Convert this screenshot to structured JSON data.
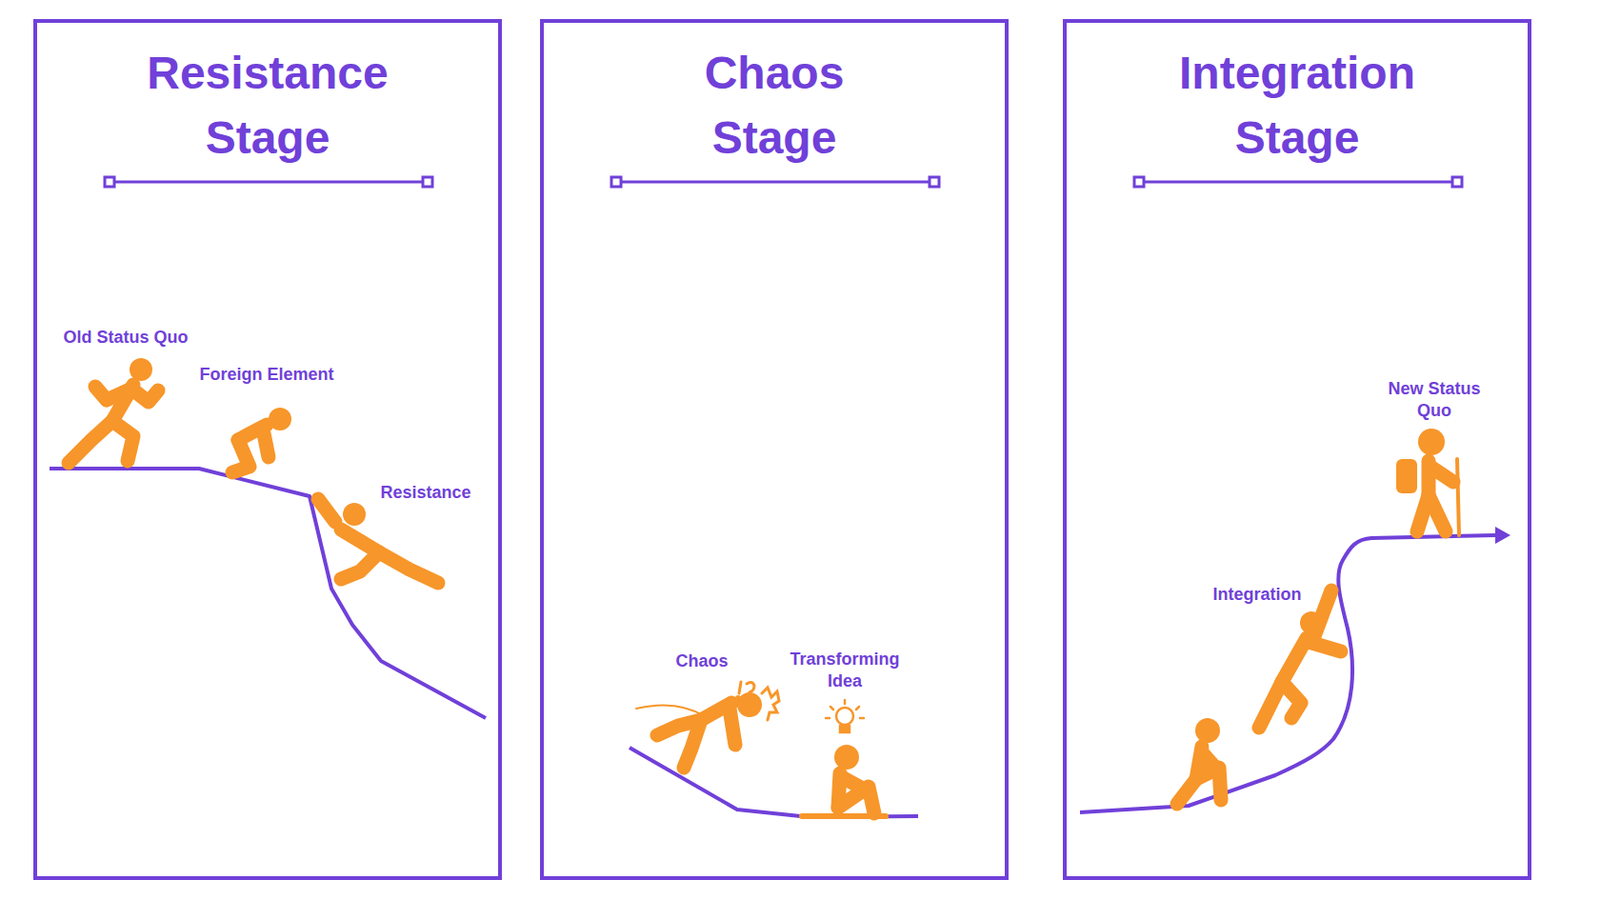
{
  "diagram": {
    "nodes": [
      {
        "text": [
          "Resistance Stage"
        ]
      },
      {
        "text": [
          "Chaos Stage"
        ]
      },
      {
        "text": [
          "Integration Stage"
        ]
      }
    ],
    "labels": [
      "Old Status Quo",
      "Foreign Element",
      "Resistance",
      "Chaos",
      "Transforming Idea",
      "Integration",
      "New Status Quo"
    ]
  }
}
